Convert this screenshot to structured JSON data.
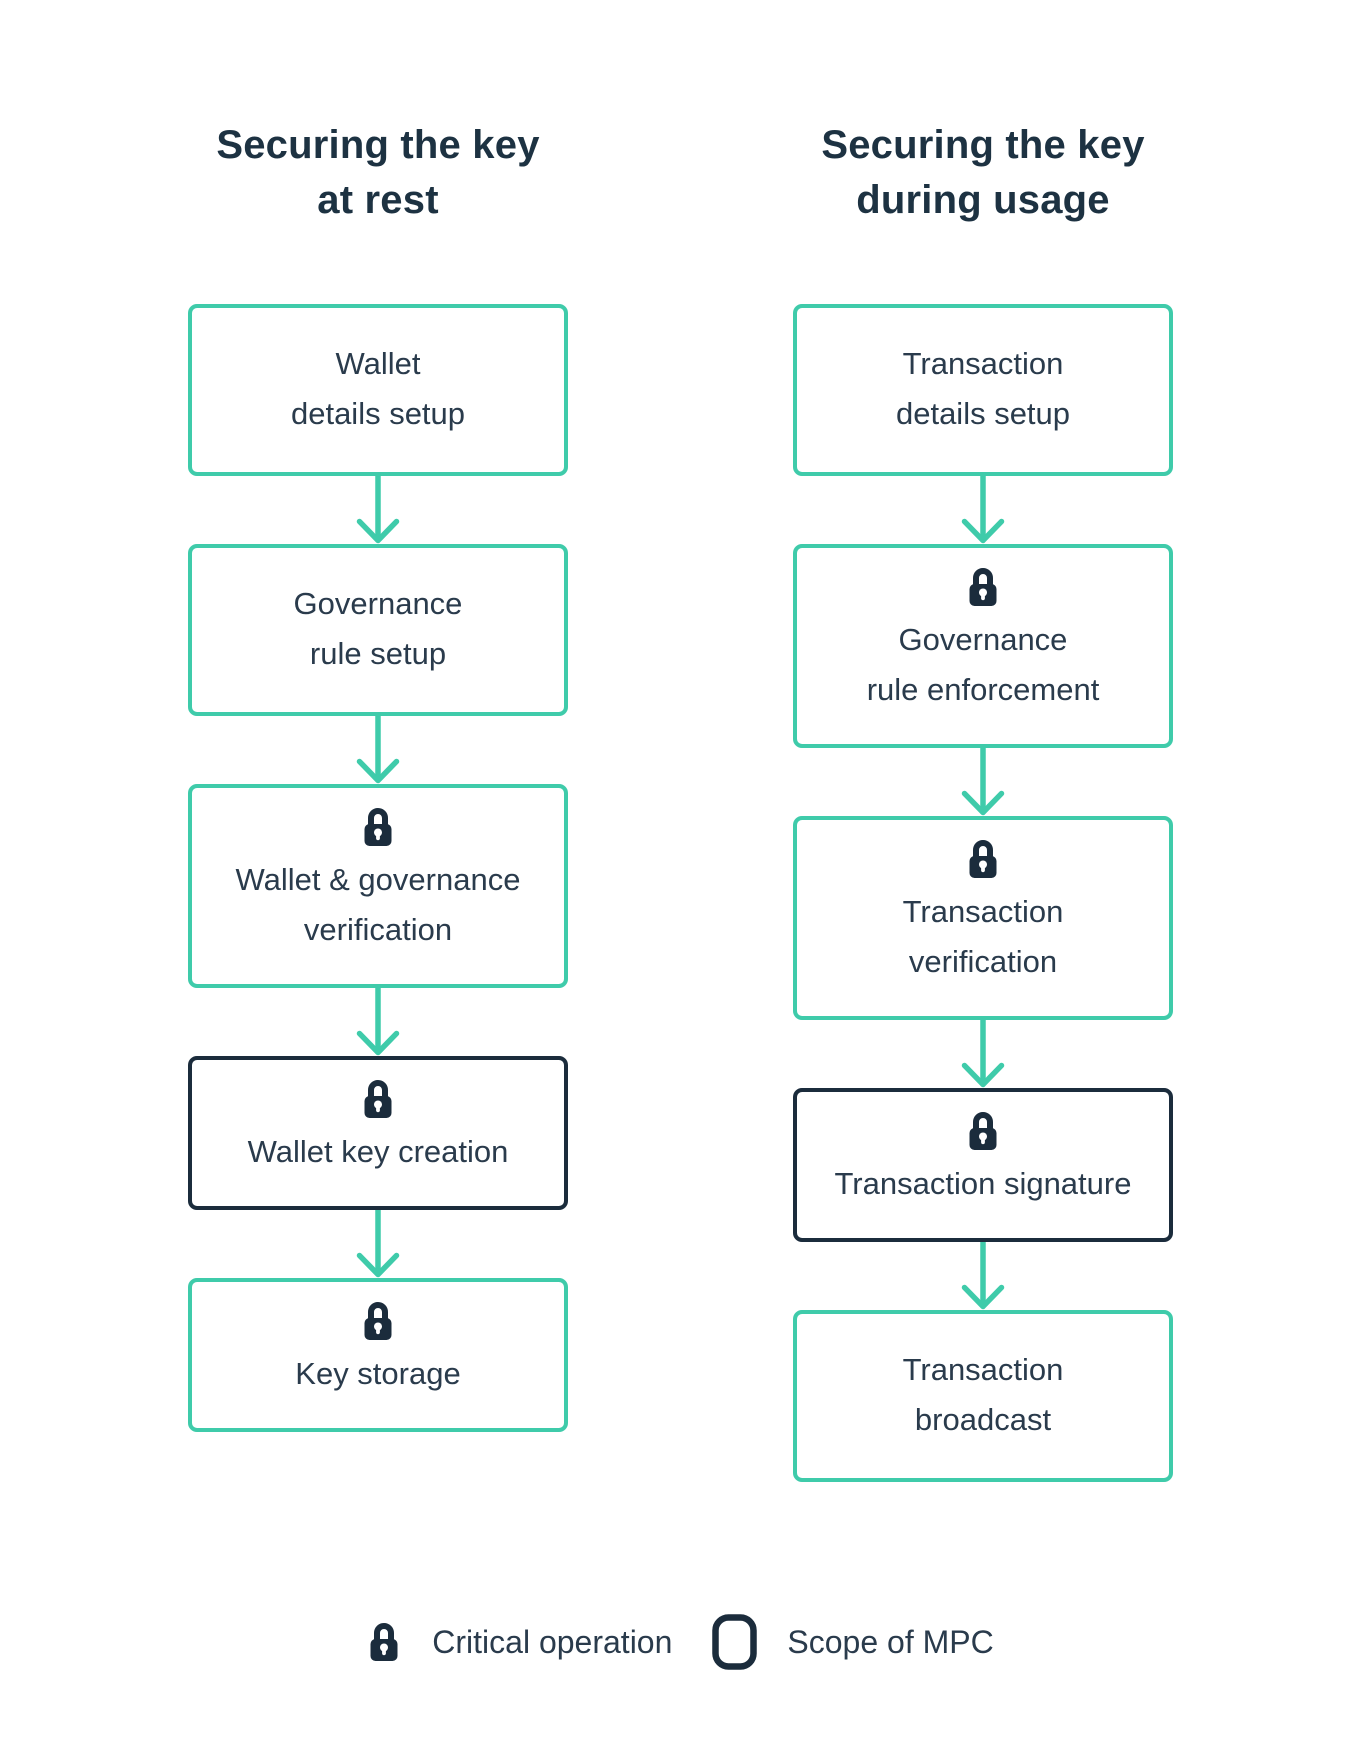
{
  "colors": {
    "teal": "#3FCBAA",
    "dark": "#1B2C3C",
    "text": "#2A3B4C",
    "background": "#FFFFFF"
  },
  "columns": [
    {
      "id": "at-rest",
      "title_line1": "Securing the key",
      "title_line2": "at rest",
      "steps": [
        {
          "lines": [
            "Wallet",
            "details setup"
          ],
          "lock": false,
          "mpc_scope": false
        },
        {
          "lines": [
            "Governance",
            "rule setup"
          ],
          "lock": false,
          "mpc_scope": false
        },
        {
          "lines": [
            "Wallet & governance",
            "verification"
          ],
          "lock": true,
          "mpc_scope": false
        },
        {
          "lines": [
            "Wallet key creation"
          ],
          "lock": true,
          "mpc_scope": true
        },
        {
          "lines": [
            "Key storage"
          ],
          "lock": true,
          "mpc_scope": false
        }
      ]
    },
    {
      "id": "during-usage",
      "title_line1": "Securing the key",
      "title_line2": "during usage",
      "steps": [
        {
          "lines": [
            "Transaction",
            "details setup"
          ],
          "lock": false,
          "mpc_scope": false
        },
        {
          "lines": [
            "Governance",
            "rule enforcement"
          ],
          "lock": true,
          "mpc_scope": false
        },
        {
          "lines": [
            "Transaction",
            "verification"
          ],
          "lock": true,
          "mpc_scope": false
        },
        {
          "lines": [
            "Transaction signature"
          ],
          "lock": true,
          "mpc_scope": true
        },
        {
          "lines": [
            "Transaction",
            "broadcast"
          ],
          "lock": false,
          "mpc_scope": false
        }
      ]
    }
  ],
  "legend": [
    {
      "icon": "lock-icon",
      "label": "Critical operation"
    },
    {
      "icon": "mpc-scope-icon",
      "label": "Scope of MPC"
    }
  ]
}
